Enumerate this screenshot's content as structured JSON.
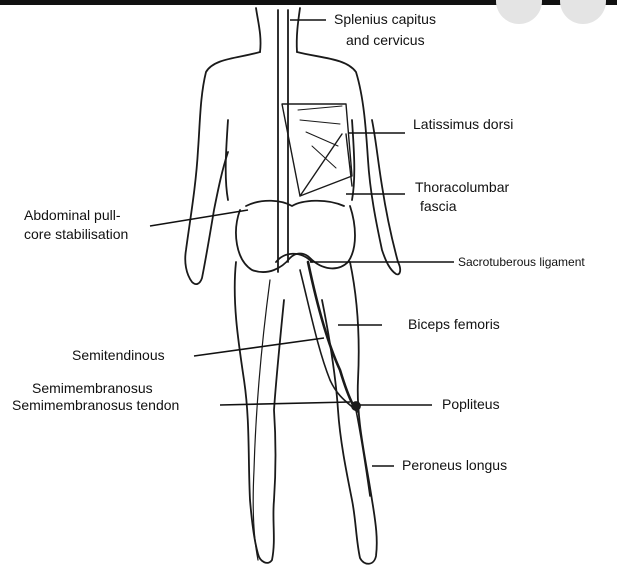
{
  "labels": {
    "splenius_1": "Splenius capitus",
    "splenius_2": "and cervicus",
    "latissimus": "Latissimus dorsi",
    "thoraco_1": "Thoracolumbar",
    "thoraco_2": "fascia",
    "abdominal_1": "Abdominal pull-",
    "abdominal_2": "core stabilisation",
    "sacrotuberous": "Sacrotuberous ligament",
    "biceps": "Biceps femoris",
    "semitendinous": "Semitendinous",
    "semimem_1": "Semimembranosus",
    "semimem_2": "Semimembranosus tendon",
    "popliteus": "Popliteus",
    "peroneus": "Peroneus longus"
  },
  "colors": {
    "ink": "#111111",
    "topbar": "#111111",
    "buttons": "#e4e4e4"
  }
}
